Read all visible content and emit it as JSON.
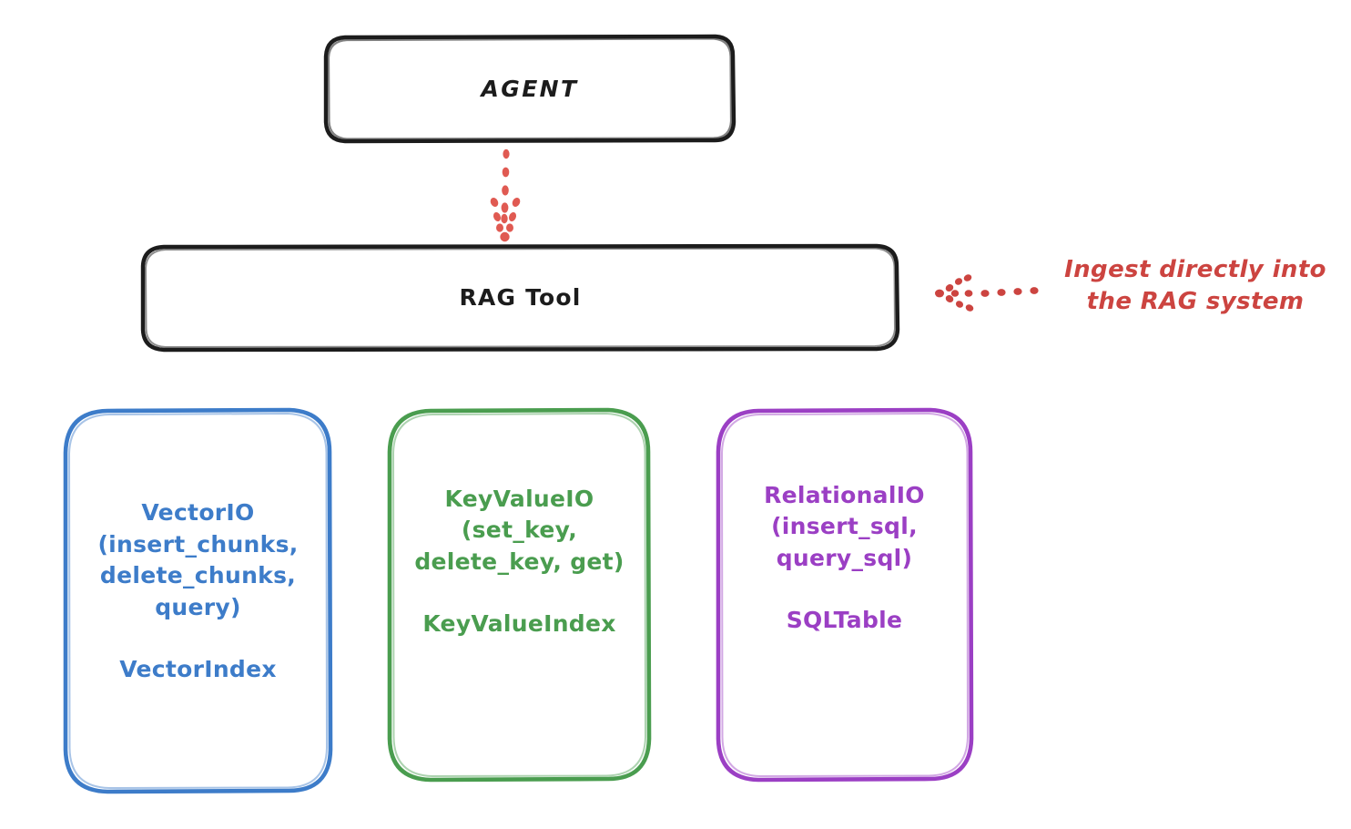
{
  "diagram": {
    "title_nodes": {
      "agent": {
        "label": "AGENT",
        "color": "#1c1c1c"
      },
      "rag_tool": {
        "label": "RAG Tool",
        "color": "#1c1c1c"
      }
    },
    "providers": [
      {
        "id": "vector-io",
        "label": "VectorIO\n(insert_chunks,\ndelete_chunks,\nquery)",
        "index": "VectorIndex",
        "color": "#3d7cc9"
      },
      {
        "id": "key-value-io",
        "label": "KeyValueIO\n(set_key,\ndelete_key, get)",
        "index": "KeyValueIndex",
        "color": "#4a9d4f"
      },
      {
        "id": "relational-io",
        "label": "RelationalIO\n(insert_sql,\nquery_sql)",
        "index": "SQLTable",
        "color": "#9b3fc4"
      }
    ],
    "annotation": {
      "text": "Ingest directly into\nthe RAG system",
      "color": "#cc4440"
    },
    "connectors": [
      {
        "id": "agent-to-rag-tool",
        "style": "dotted-arrow-down",
        "color": "#e05a52"
      },
      {
        "id": "annotation-to-rag-tool",
        "style": "dotted-arrow-left",
        "color": "#cc4440"
      }
    ]
  }
}
